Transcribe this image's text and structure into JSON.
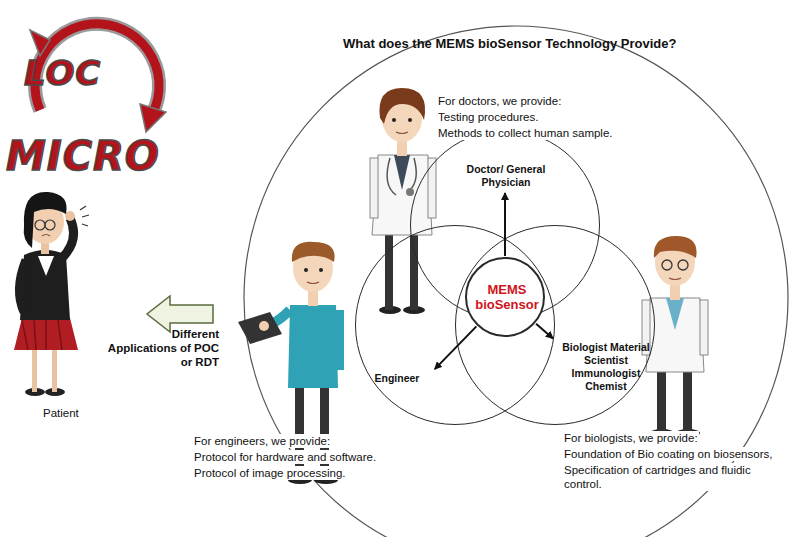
{
  "diagram": {
    "title": "What does the MEMS bioSensor Technology Provide?",
    "nodes": [
      {
        "text": [
          "Doctor/ General Physician"
        ]
      },
      {
        "text": [
          "Engineer"
        ]
      },
      {
        "text": [
          "Biologist Material Scientist Immunologist Chemist"
        ]
      },
      {
        "text": [
          "MEMS bioSensor"
        ]
      }
    ],
    "edges": [
      {
        "from": 3,
        "to": 0,
        "arrow": "to"
      },
      {
        "from": 3,
        "to": 1,
        "arrow": "to"
      },
      {
        "from": 3,
        "to": 2,
        "arrow": "to"
      }
    ],
    "labels": [
      "LOC",
      "MICRO",
      "For doctors, we provide:",
      "Testing procedures.",
      "Methods to collect human sample.",
      "For engineers, we provide:",
      "Protocol for hardware and software.",
      "Protocol of image processing.",
      "For biologists, we provide:",
      "Foundation of Bio coating on biosensors,",
      "Specification of cartridges and fluidic control.",
      "Different Applications of POC or RDT",
      "Patient"
    ]
  }
}
